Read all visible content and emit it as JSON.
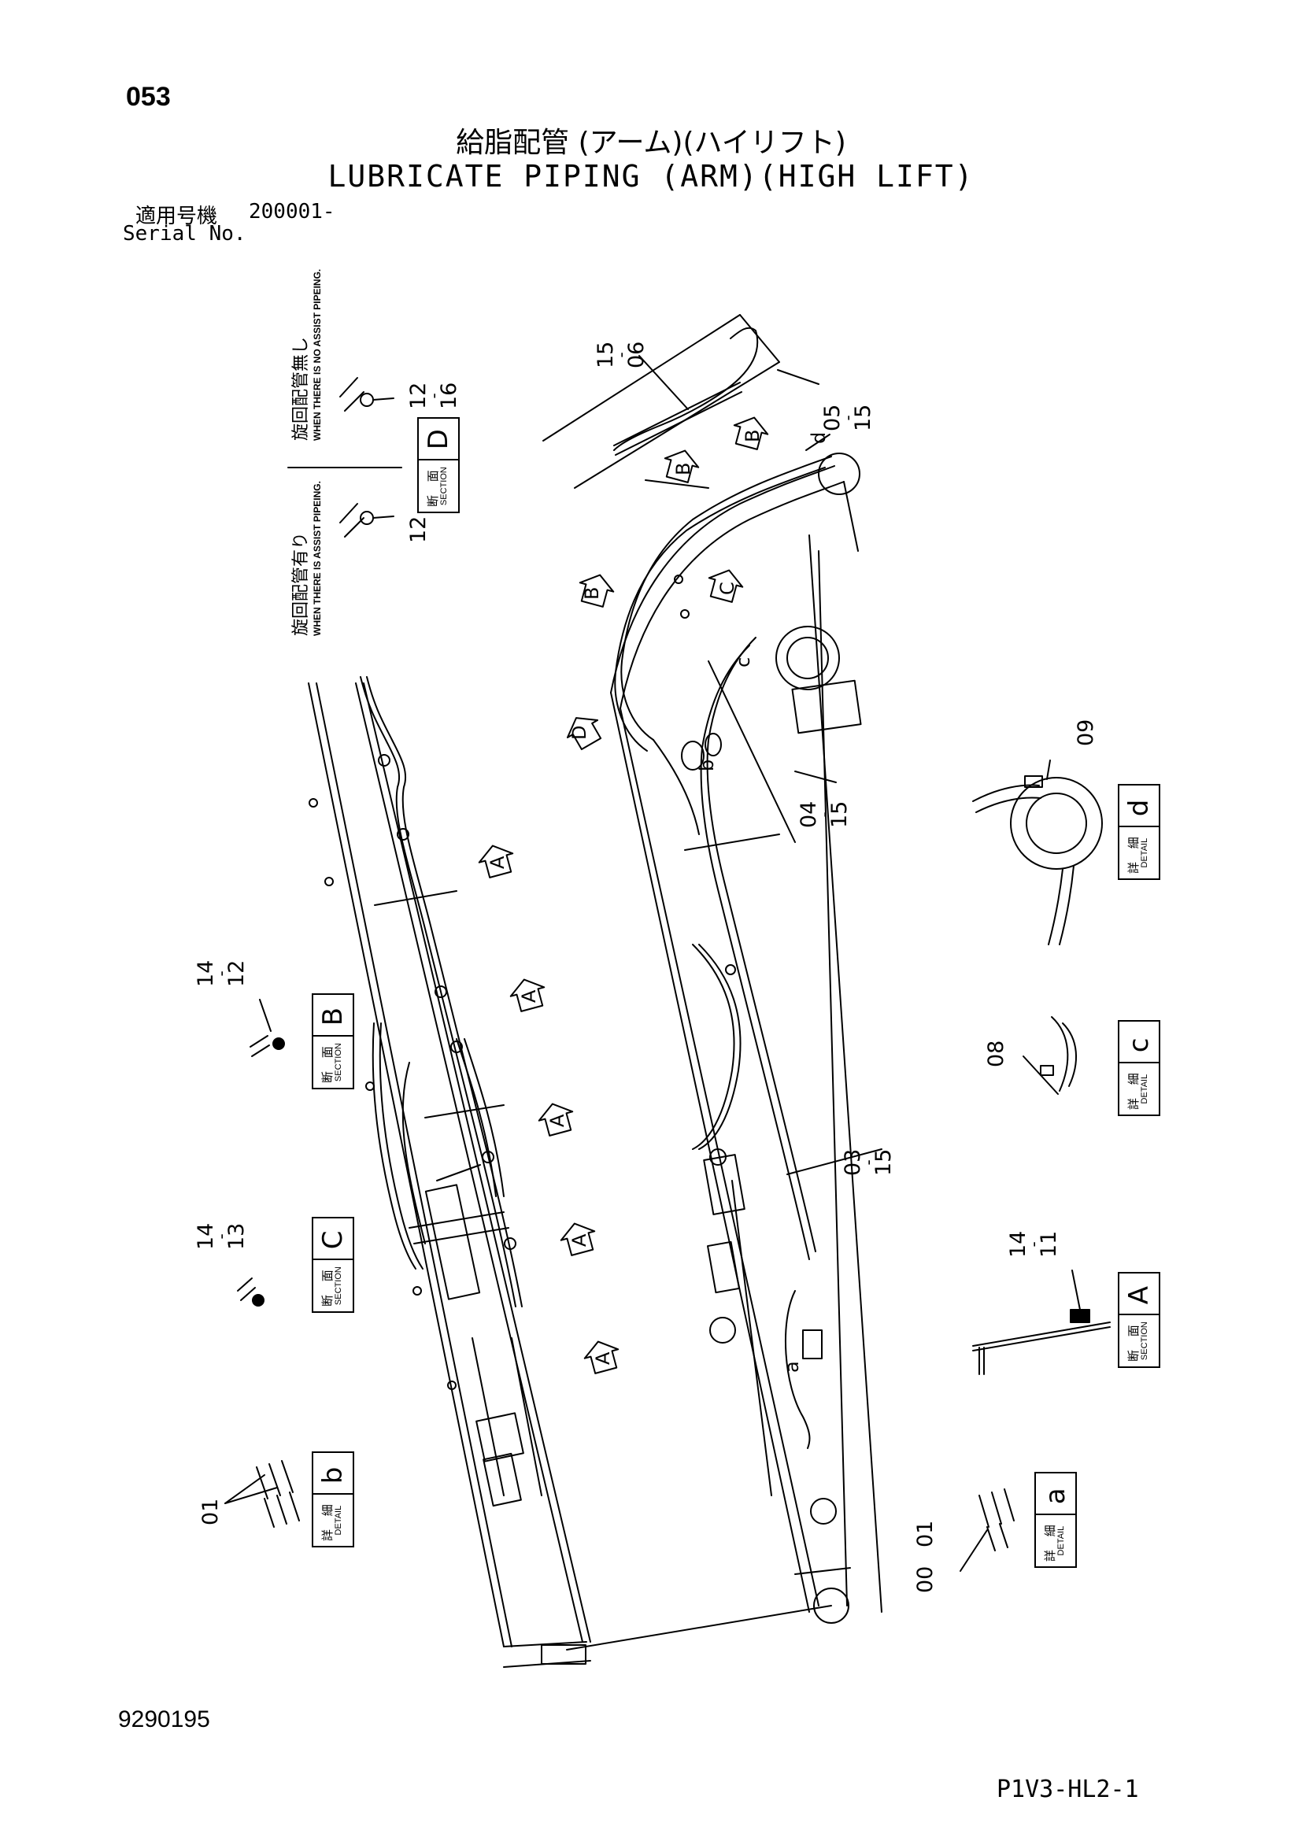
{
  "header": {
    "page_number": "053",
    "title_jp": "給脂配管 (アーム)(ハイリフト)",
    "title_en": "LUBRICATE PIPING (ARM)(HIGH LIFT)",
    "serial_jp_label": "適用号機",
    "serial_value": "200001-",
    "serial_en_label": "Serial No."
  },
  "footer": {
    "drawing_number": "9290195",
    "sheet_code": "P1V3-HL2-1"
  },
  "swing_notes": {
    "without_jp": "旋回配管無し",
    "without_en": "WHEN THERE IS NO ASSIST PIPEING.",
    "with_jp": "旋回配管有り",
    "with_en": "WHEN THERE IS ASSIST PIPEING."
  },
  "boxes": {
    "section_jp": "断 面",
    "section_en": "SECTION",
    "detail_jp": "詳 細",
    "detail_en": "DETAIL",
    "section_d": "D",
    "section_b": "B",
    "section_c": "C",
    "section_a": "A",
    "detail_d": "d",
    "detail_c": "c",
    "detail_b": "b",
    "detail_a": "a"
  },
  "callouts": {
    "c_15_06": [
      "15",
      "06"
    ],
    "c_12_16": [
      "12",
      "16"
    ],
    "c_05_15": [
      "05",
      "15"
    ],
    "c_12": "12",
    "c_04_15": [
      "04",
      "15"
    ],
    "c_09": "09",
    "c_14_12": [
      "14",
      "12"
    ],
    "c_08": "08",
    "c_03_15": [
      "03",
      "15"
    ],
    "c_14_13": [
      "14",
      "13"
    ],
    "c_14_11": [
      "14",
      "11"
    ],
    "c_01_left": "01",
    "c_01_right": "01",
    "c_00": "00"
  },
  "view_arrows": {
    "left_a": [
      "A",
      "A",
      "A",
      "A",
      "A"
    ],
    "right_b": [
      "B",
      "B"
    ],
    "right_c": "C",
    "right_d": "D",
    "right_b_small": "B"
  },
  "detail_points": [
    "d",
    "c",
    "b",
    "a"
  ]
}
